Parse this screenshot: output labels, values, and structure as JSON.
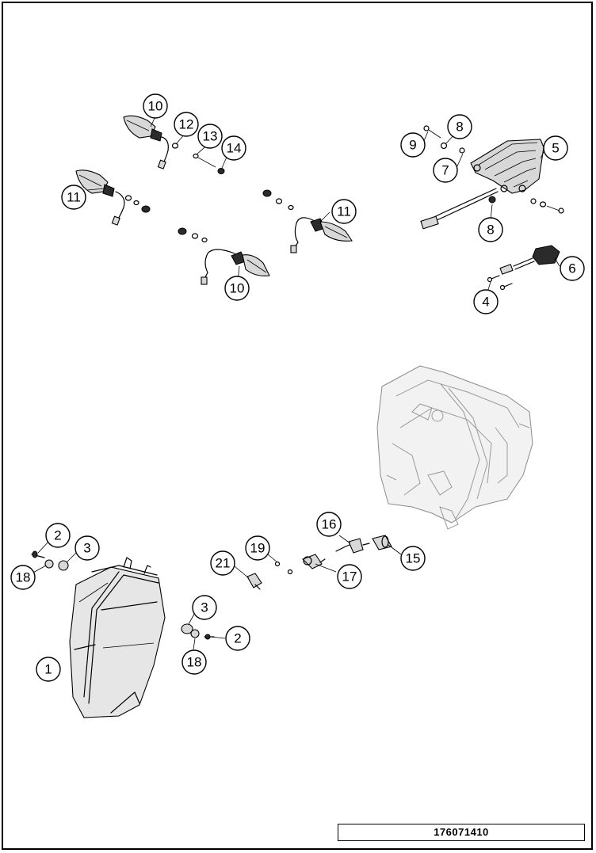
{
  "callouts": {
    "c1": "1",
    "c2a": "2",
    "c2b": "2",
    "c3a": "3",
    "c3b": "3",
    "c4": "4",
    "c5": "5",
    "c6": "6",
    "c7": "7",
    "c8a": "8",
    "c8b": "8",
    "c9": "9",
    "c10a": "10",
    "c10b": "10",
    "c11a": "11",
    "c11b": "11",
    "c12": "12",
    "c13": "13",
    "c14": "14",
    "c15": "15",
    "c16": "16",
    "c17": "17",
    "c18a": "18",
    "c18b": "18",
    "c19": "19",
    "c21": "21"
  },
  "drawing_number": "176071410"
}
